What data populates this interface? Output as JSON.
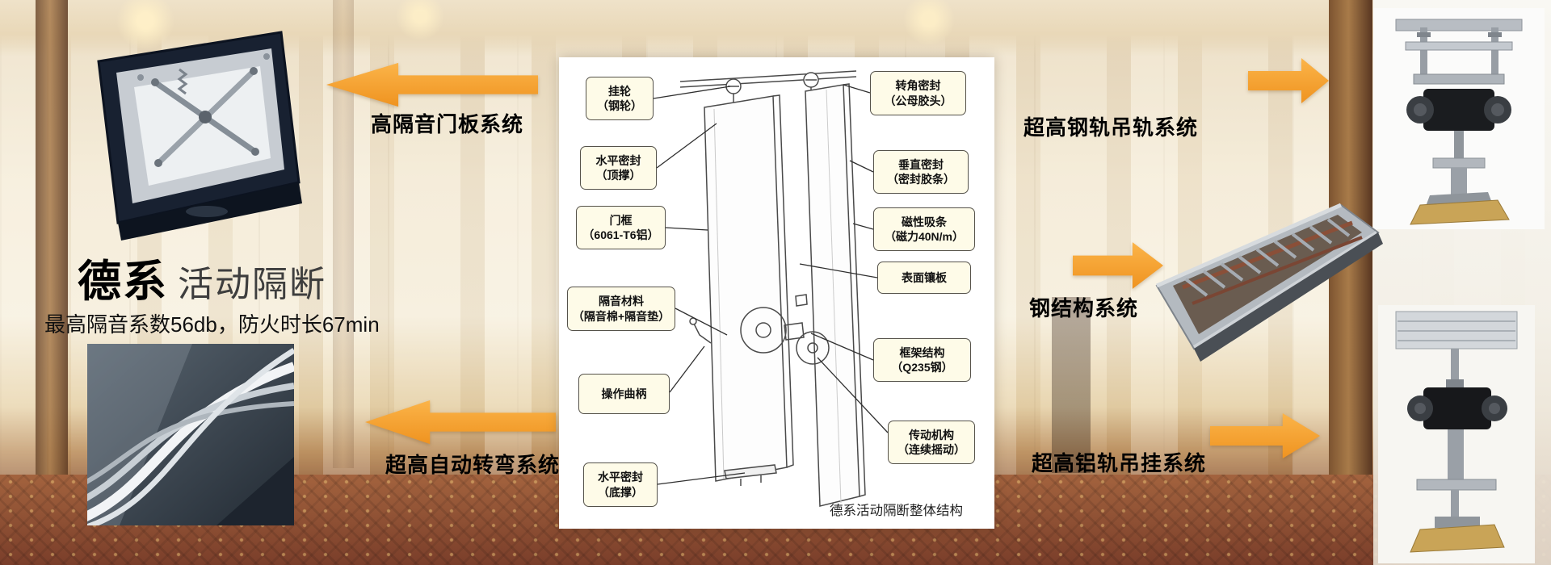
{
  "colors": {
    "arrow_orange": "#F6A12B",
    "callout_bg": "#FEFBE8",
    "callout_border": "#55524A",
    "panel_bg": "#FFFFFF"
  },
  "left_column": {
    "system_door_panel": "高隔音门板系统",
    "system_auto_turn": "超高自动转弯系统",
    "brand": "德系",
    "product": "活动隔断",
    "tagline": "最高隔音系数56db，防火时长67min"
  },
  "right_column": {
    "system_steel_rail": "超高钢轨吊轨系统",
    "system_steel_structure": "钢结构系统",
    "system_aluminum_rail": "超高铝轨吊挂系统"
  },
  "diagram": {
    "caption": "德系活动隔断整体结构",
    "left_callouts": [
      {
        "label": "挂轮\n（钢轮）"
      },
      {
        "label": "水平密封\n（顶撑）"
      },
      {
        "label": "门框\n（6061-T6铝）"
      },
      {
        "label": "隔音材料\n（隔音棉+隔音垫）"
      },
      {
        "label": "操作曲柄"
      },
      {
        "label": "水平密封\n（底撑）"
      }
    ],
    "right_callouts": [
      {
        "label": "转角密封\n（公母胶头）"
      },
      {
        "label": "垂直密封\n（密封胶条）"
      },
      {
        "label": "磁性吸条\n（磁力40N/m）"
      },
      {
        "label": "表面镶板"
      },
      {
        "label": "框架结构\n（Q235钢）"
      },
      {
        "label": "传动机构\n（连续摇动）"
      }
    ]
  }
}
